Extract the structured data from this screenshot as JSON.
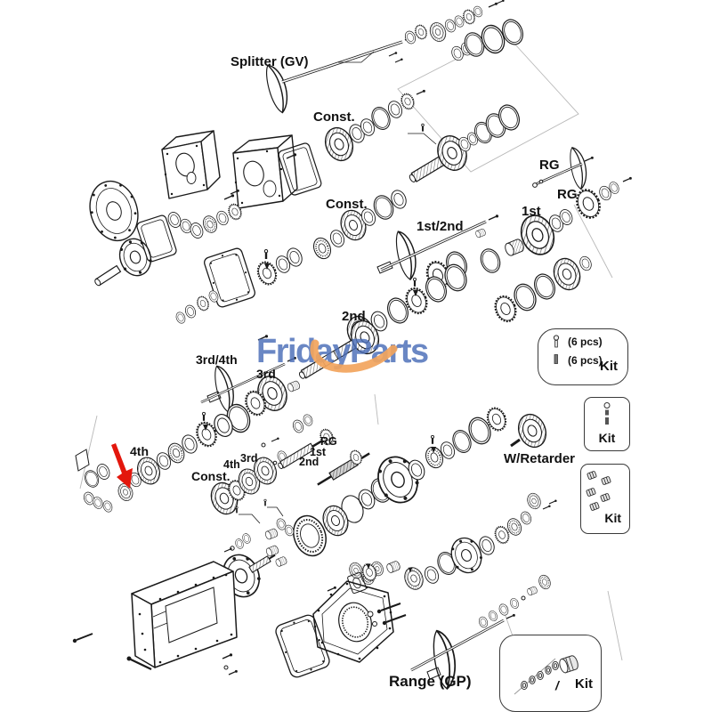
{
  "watermark": {
    "part1": "Friday",
    "part2": "Parts",
    "text_color": "#4a6db8",
    "swoosh_color": "#f2a45c"
  },
  "arrow": {
    "color": "#e3170d"
  },
  "labels": [
    {
      "text": "Splitter (GV)"
    },
    {
      "text": "Const."
    },
    {
      "text": "Const."
    },
    {
      "text": "1st/2nd"
    },
    {
      "text": "RG"
    },
    {
      "text": "RG"
    },
    {
      "text": "1st"
    },
    {
      "text": "2nd"
    },
    {
      "text": "3rd/4th"
    },
    {
      "text": "3rd"
    },
    {
      "text": "4th"
    },
    {
      "text": "Const."
    },
    {
      "text": "4th"
    },
    {
      "text": "3rd"
    },
    {
      "text": "RG"
    },
    {
      "text": "1st"
    },
    {
      "text": "2nd"
    },
    {
      "text": "W/Retarder"
    },
    {
      "text": "Range (GP)"
    }
  ],
  "kits": {
    "fasteners": {
      "rows": [
        {
          "icon": "screw-icon",
          "qty": "(6 pcs)"
        },
        {
          "icon": "pin-icon",
          "qty": "(6 pcs)"
        }
      ],
      "label": "Kit"
    },
    "bolt": {
      "icon": "bolt-icon",
      "label": "Kit"
    },
    "rollers": {
      "icon": "roller-nuts-icon",
      "label": "Kit"
    },
    "bearing": {
      "icon": "bearing-set-icon",
      "slash": "/",
      "label": "Kit"
    }
  }
}
